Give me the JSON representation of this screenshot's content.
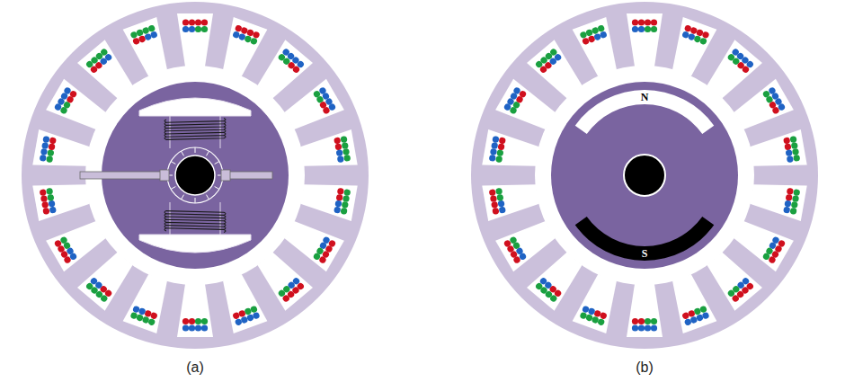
{
  "diagram": {
    "labels": [
      "N",
      "S",
      "(a)",
      "(b)"
    ]
  }
}
